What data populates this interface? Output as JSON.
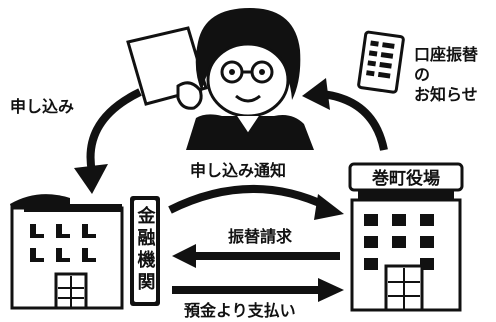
{
  "labels": {
    "apply": "申し込み",
    "apply_notice": "申し込み通知",
    "transfer_request": "振替請求",
    "payment": "預金より支払い",
    "town_office": "巻町役場",
    "bank_sign": "金融機関",
    "notice_line1": "口座振替",
    "notice_line2": "の",
    "notice_line3": "お知らせ"
  },
  "colors": {
    "ink": "#111111",
    "background": "#ffffff"
  }
}
